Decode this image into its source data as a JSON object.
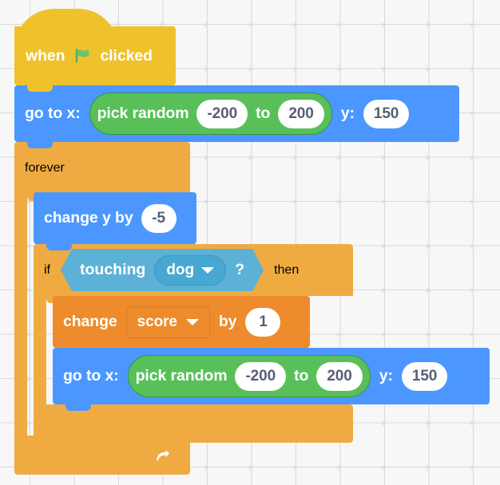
{
  "canvas": {
    "background_color": "#F7F7F8",
    "grid_dot_color": "#DCDCE0"
  },
  "palette": {
    "events": "#EFC22C",
    "motion": "#4C97FF",
    "control": "#EFAB41",
    "variables": "#EE8B2D",
    "operators": "#59C059",
    "sensing": "#5CB1D6",
    "input_text": "#575E75",
    "block_text": "#FFFFFF"
  },
  "script": {
    "hat": {
      "category": "events",
      "word_when": "when",
      "icon": "green-flag-icon",
      "word_clicked": "clicked"
    },
    "goto_top": {
      "category": "motion",
      "label_x": "go to x:",
      "label_y": "y:",
      "y_value": "150",
      "pick_random": {
        "category": "operators",
        "label": "pick random",
        "from_value": "-200",
        "word_to": "to",
        "to_value": "200"
      }
    },
    "forever": {
      "category": "control",
      "label": "forever",
      "loop_icon": "loop-arrow-icon"
    },
    "change_y": {
      "category": "motion",
      "label": "change y by",
      "value": "-5"
    },
    "if_block": {
      "category": "control",
      "word_if": "if",
      "word_then": "then",
      "condition": {
        "category": "sensing",
        "label": "touching",
        "target": "dog",
        "question_mark": "?",
        "dropdown_icon": "chevron-down-icon"
      }
    },
    "change_score": {
      "category": "variables",
      "word_change": "change",
      "variable": "score",
      "word_by": "by",
      "value": "1",
      "dropdown_icon": "chevron-down-icon"
    },
    "goto_inner": {
      "category": "motion",
      "label_x": "go to x:",
      "label_y": "y:",
      "y_value": "150",
      "pick_random": {
        "category": "operators",
        "label": "pick random",
        "from_value": "-200",
        "word_to": "to",
        "to_value": "200"
      }
    }
  }
}
